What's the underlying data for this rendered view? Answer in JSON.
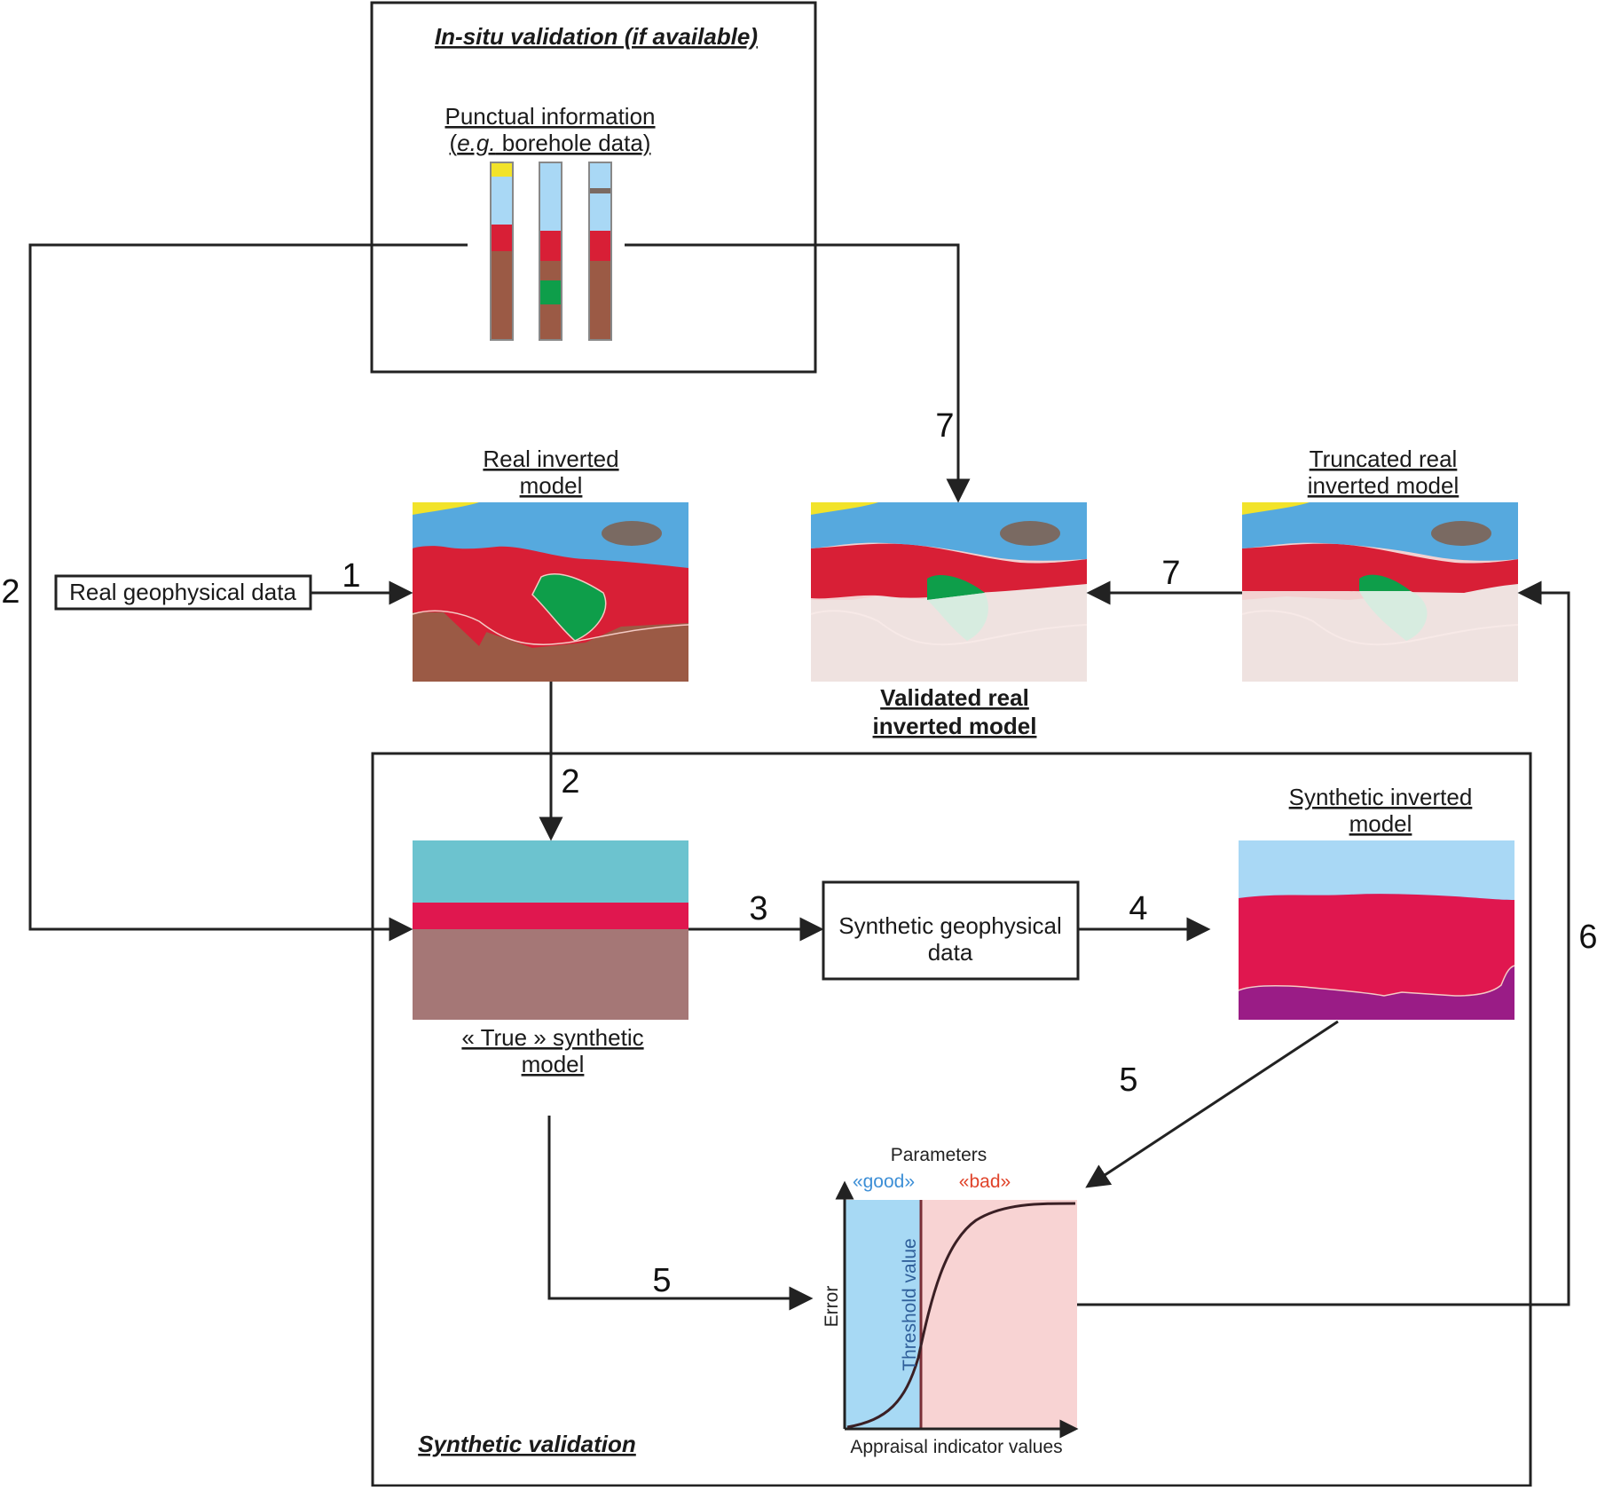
{
  "in_situ": {
    "title": "In-situ validation (if available)",
    "punctual_line1": "Punctual information",
    "punctual_line2_italic": "e.g.",
    "punctual_line2_rest": " borehole data)"
  },
  "labels": {
    "real_geophysical_data": "Real geophysical data",
    "real_inverted_model_1": "Real inverted",
    "real_inverted_model_2": "model",
    "validated_1": "Validated real",
    "validated_2": "inverted model",
    "truncated_1": "Truncated real",
    "truncated_2": "inverted model",
    "true_synth_1": "« True » synthetic",
    "true_synth_2": "model",
    "synthetic_geo_data_1": "Synthetic geophysical",
    "synthetic_geo_data_2": "data",
    "synthetic_inverted_1": "Synthetic inverted",
    "synthetic_inverted_2": "model",
    "synthetic_validation": "Synthetic validation"
  },
  "steps": {
    "s1": "1",
    "s2_left": "2",
    "s2_mid": "2",
    "s3": "3",
    "s4": "4",
    "s5_right": "5",
    "s5_bottom": "5",
    "s6": "6",
    "s7_top": "7",
    "s7_right": "7"
  },
  "appraisal_plot": {
    "parameters_label": "Parameters",
    "good_label": "«good»",
    "bad_label": "«bad»",
    "threshold_label": "Threshold value",
    "y_axis": "Error",
    "x_axis": "Appraisal indicator values"
  },
  "colors": {
    "sky_blue": "#56a9de",
    "light_blue": "#a9d8f5",
    "red": "#d81f36",
    "brown": "#9b5a45",
    "green": "#0e9e4a",
    "yellow": "#f2e32a",
    "grey_body": "#7a6a62",
    "pale_red": "#f3d1d1",
    "pale_brown": "#efe2e0",
    "pale_green": "#d7ece0",
    "teal": "#6cc3cf",
    "crimson": "#e0174f",
    "mauve": "#a57776",
    "purple": "#9a1c86",
    "good_blue": "#a7d9f4",
    "bad_pink": "#f8d3d3",
    "good_text": "#3d8fd6",
    "bad_text": "#e0432a",
    "threshold_line": "#7a2e36"
  }
}
